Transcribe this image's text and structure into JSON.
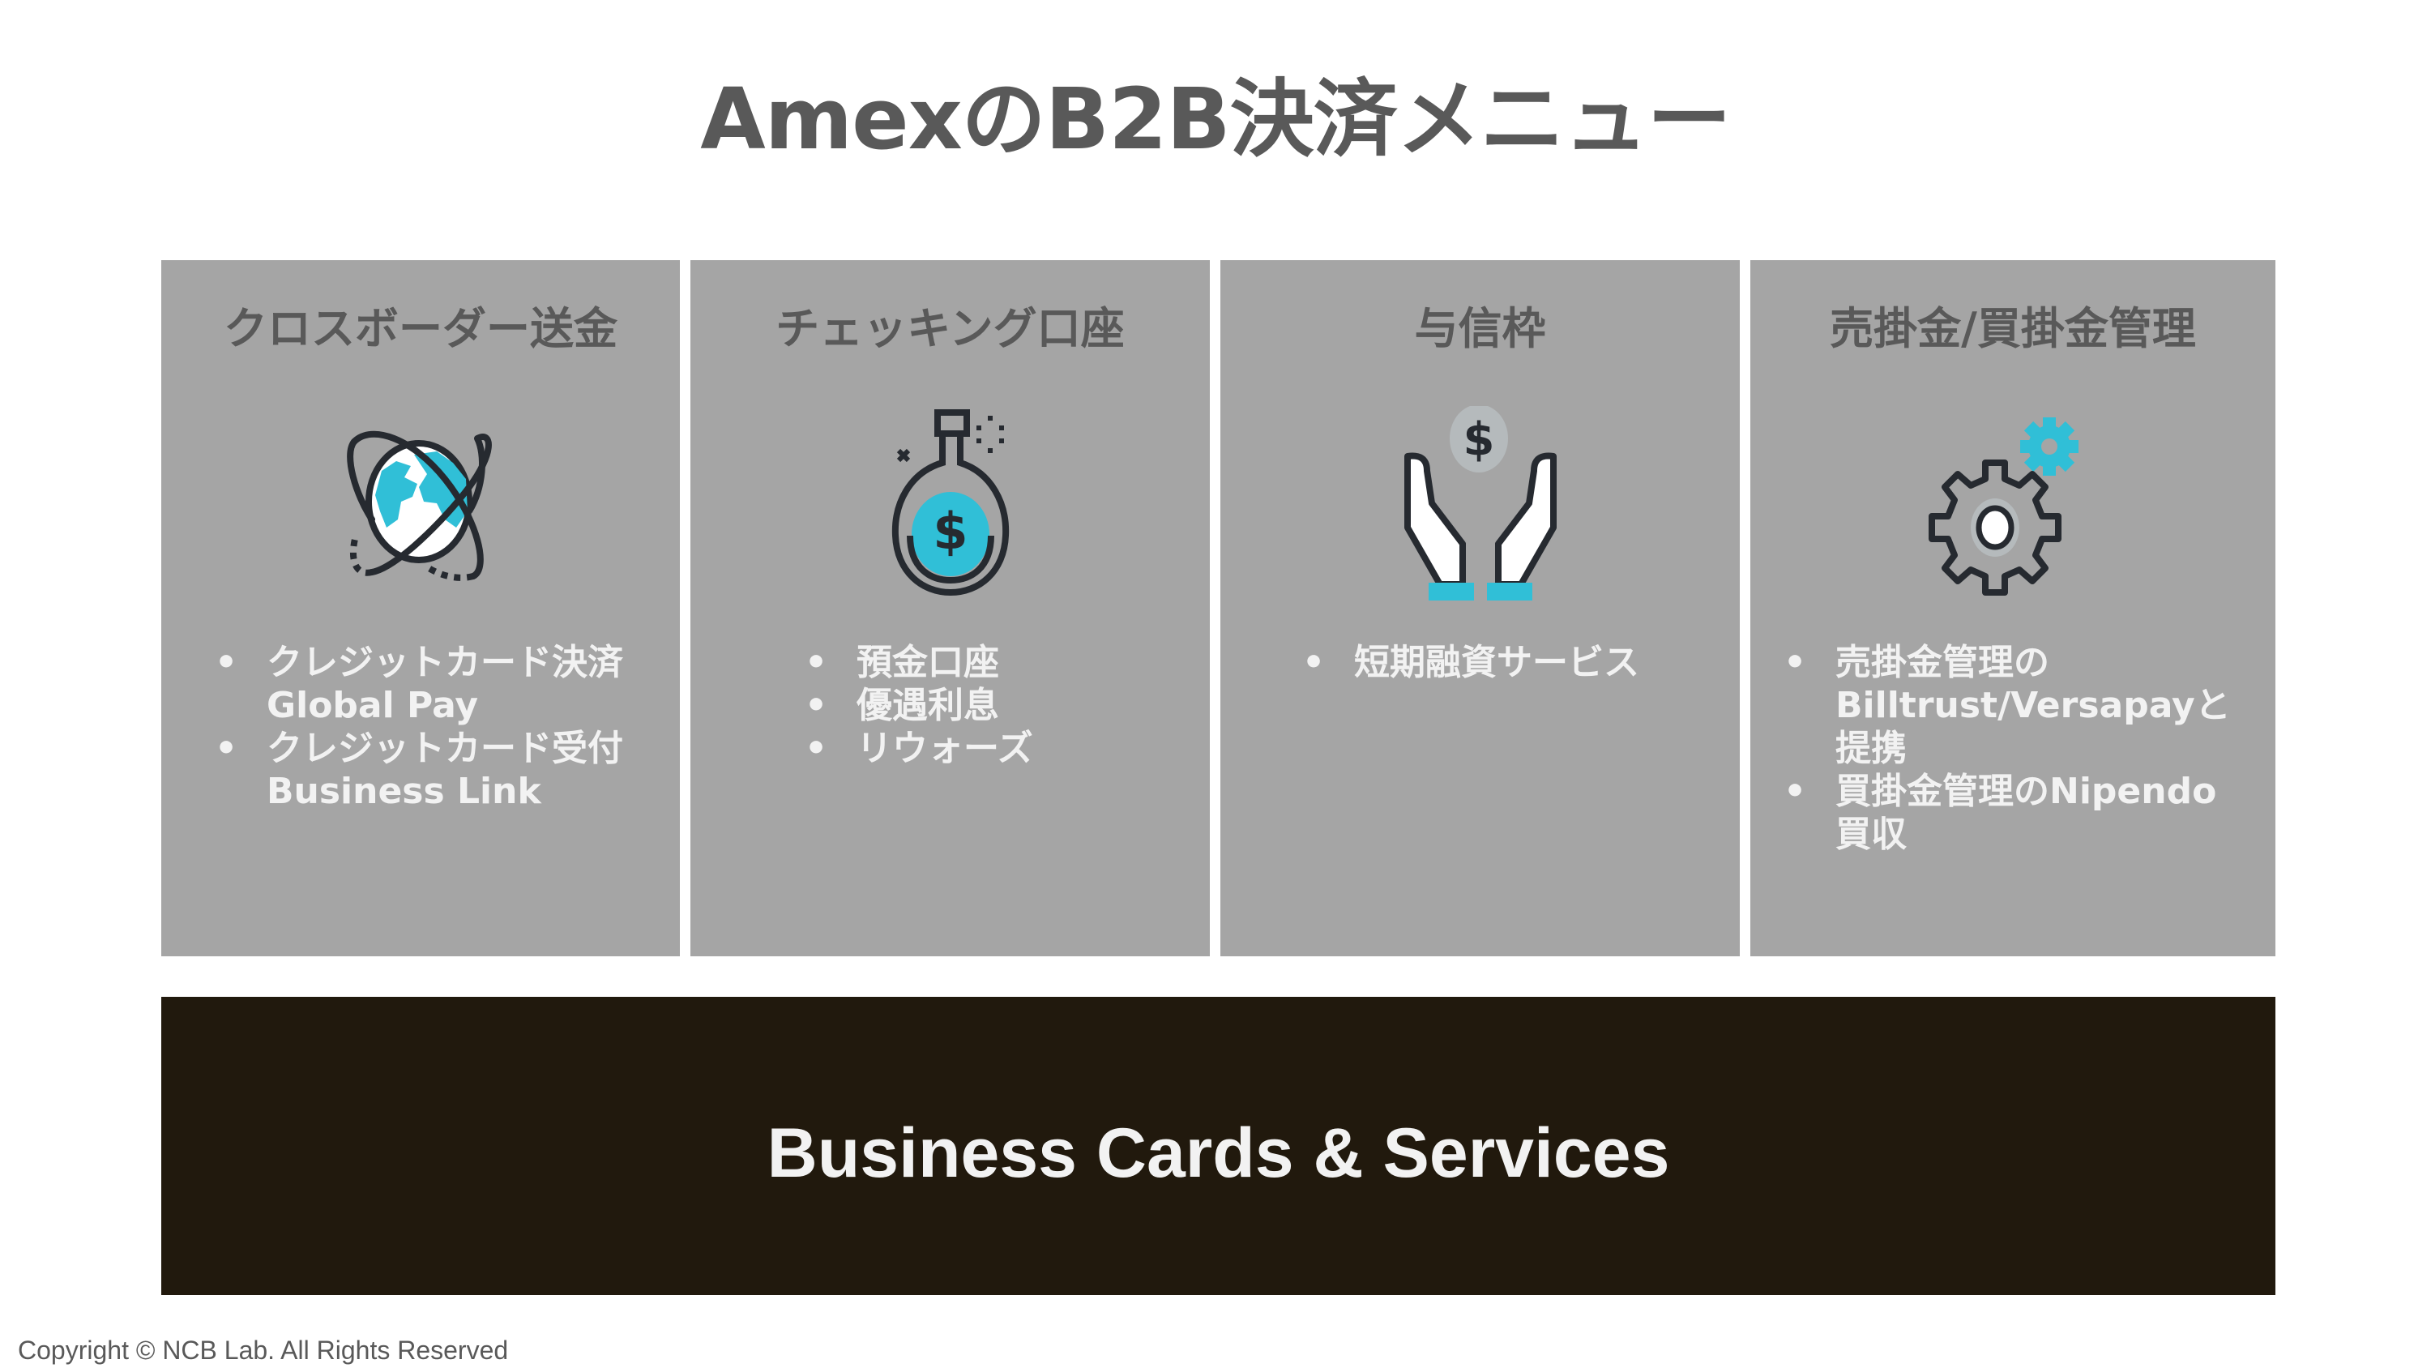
{
  "title": "AmexのB2B決済メニュー",
  "colors": {
    "panel_bg": "#a5a5a5",
    "title_text": "#595959",
    "bullet_text": "#f2f2f2",
    "accent": "#30bfd7",
    "icon_stroke": "#262a30",
    "base_bg": "#21190d"
  },
  "panels": [
    {
      "title": "クロスボーダー送金",
      "icon": "globe-orbit-icon",
      "bullets": [
        {
          "marker": "•",
          "lines": [
            "クレジットカード決済",
            "Global Pay"
          ]
        },
        {
          "marker": "•",
          "lines": [
            "クレジットカード受付",
            "Business Link"
          ]
        }
      ]
    },
    {
      "title": "チェッキング口座",
      "icon": "money-flask-icon",
      "bullets": [
        {
          "marker": "•",
          "lines": [
            "預金口座"
          ]
        },
        {
          "marker": "•",
          "lines": [
            "優遇利息"
          ]
        },
        {
          "marker": "•",
          "lines": [
            "リウォーズ"
          ]
        }
      ]
    },
    {
      "title": "与信枠",
      "icon": "hands-dollar-icon",
      "bullets": [
        {
          "marker": "•",
          "lines": [
            "短期融資サービス"
          ]
        }
      ]
    },
    {
      "title": "売掛金/買掛金管理",
      "icon": "gears-icon",
      "bullets": [
        {
          "marker": "•",
          "lines": [
            "売掛金管理の",
            "Billtrust/Versapayと",
            "提携"
          ]
        },
        {
          "marker": "•",
          "lines": [
            "買掛金管理のNipendo",
            "買収"
          ]
        }
      ]
    }
  ],
  "base": {
    "label": "Business Cards & Services"
  },
  "footer": {
    "copyright": "Copyright © NCB Lab. All Rights Reserved"
  }
}
